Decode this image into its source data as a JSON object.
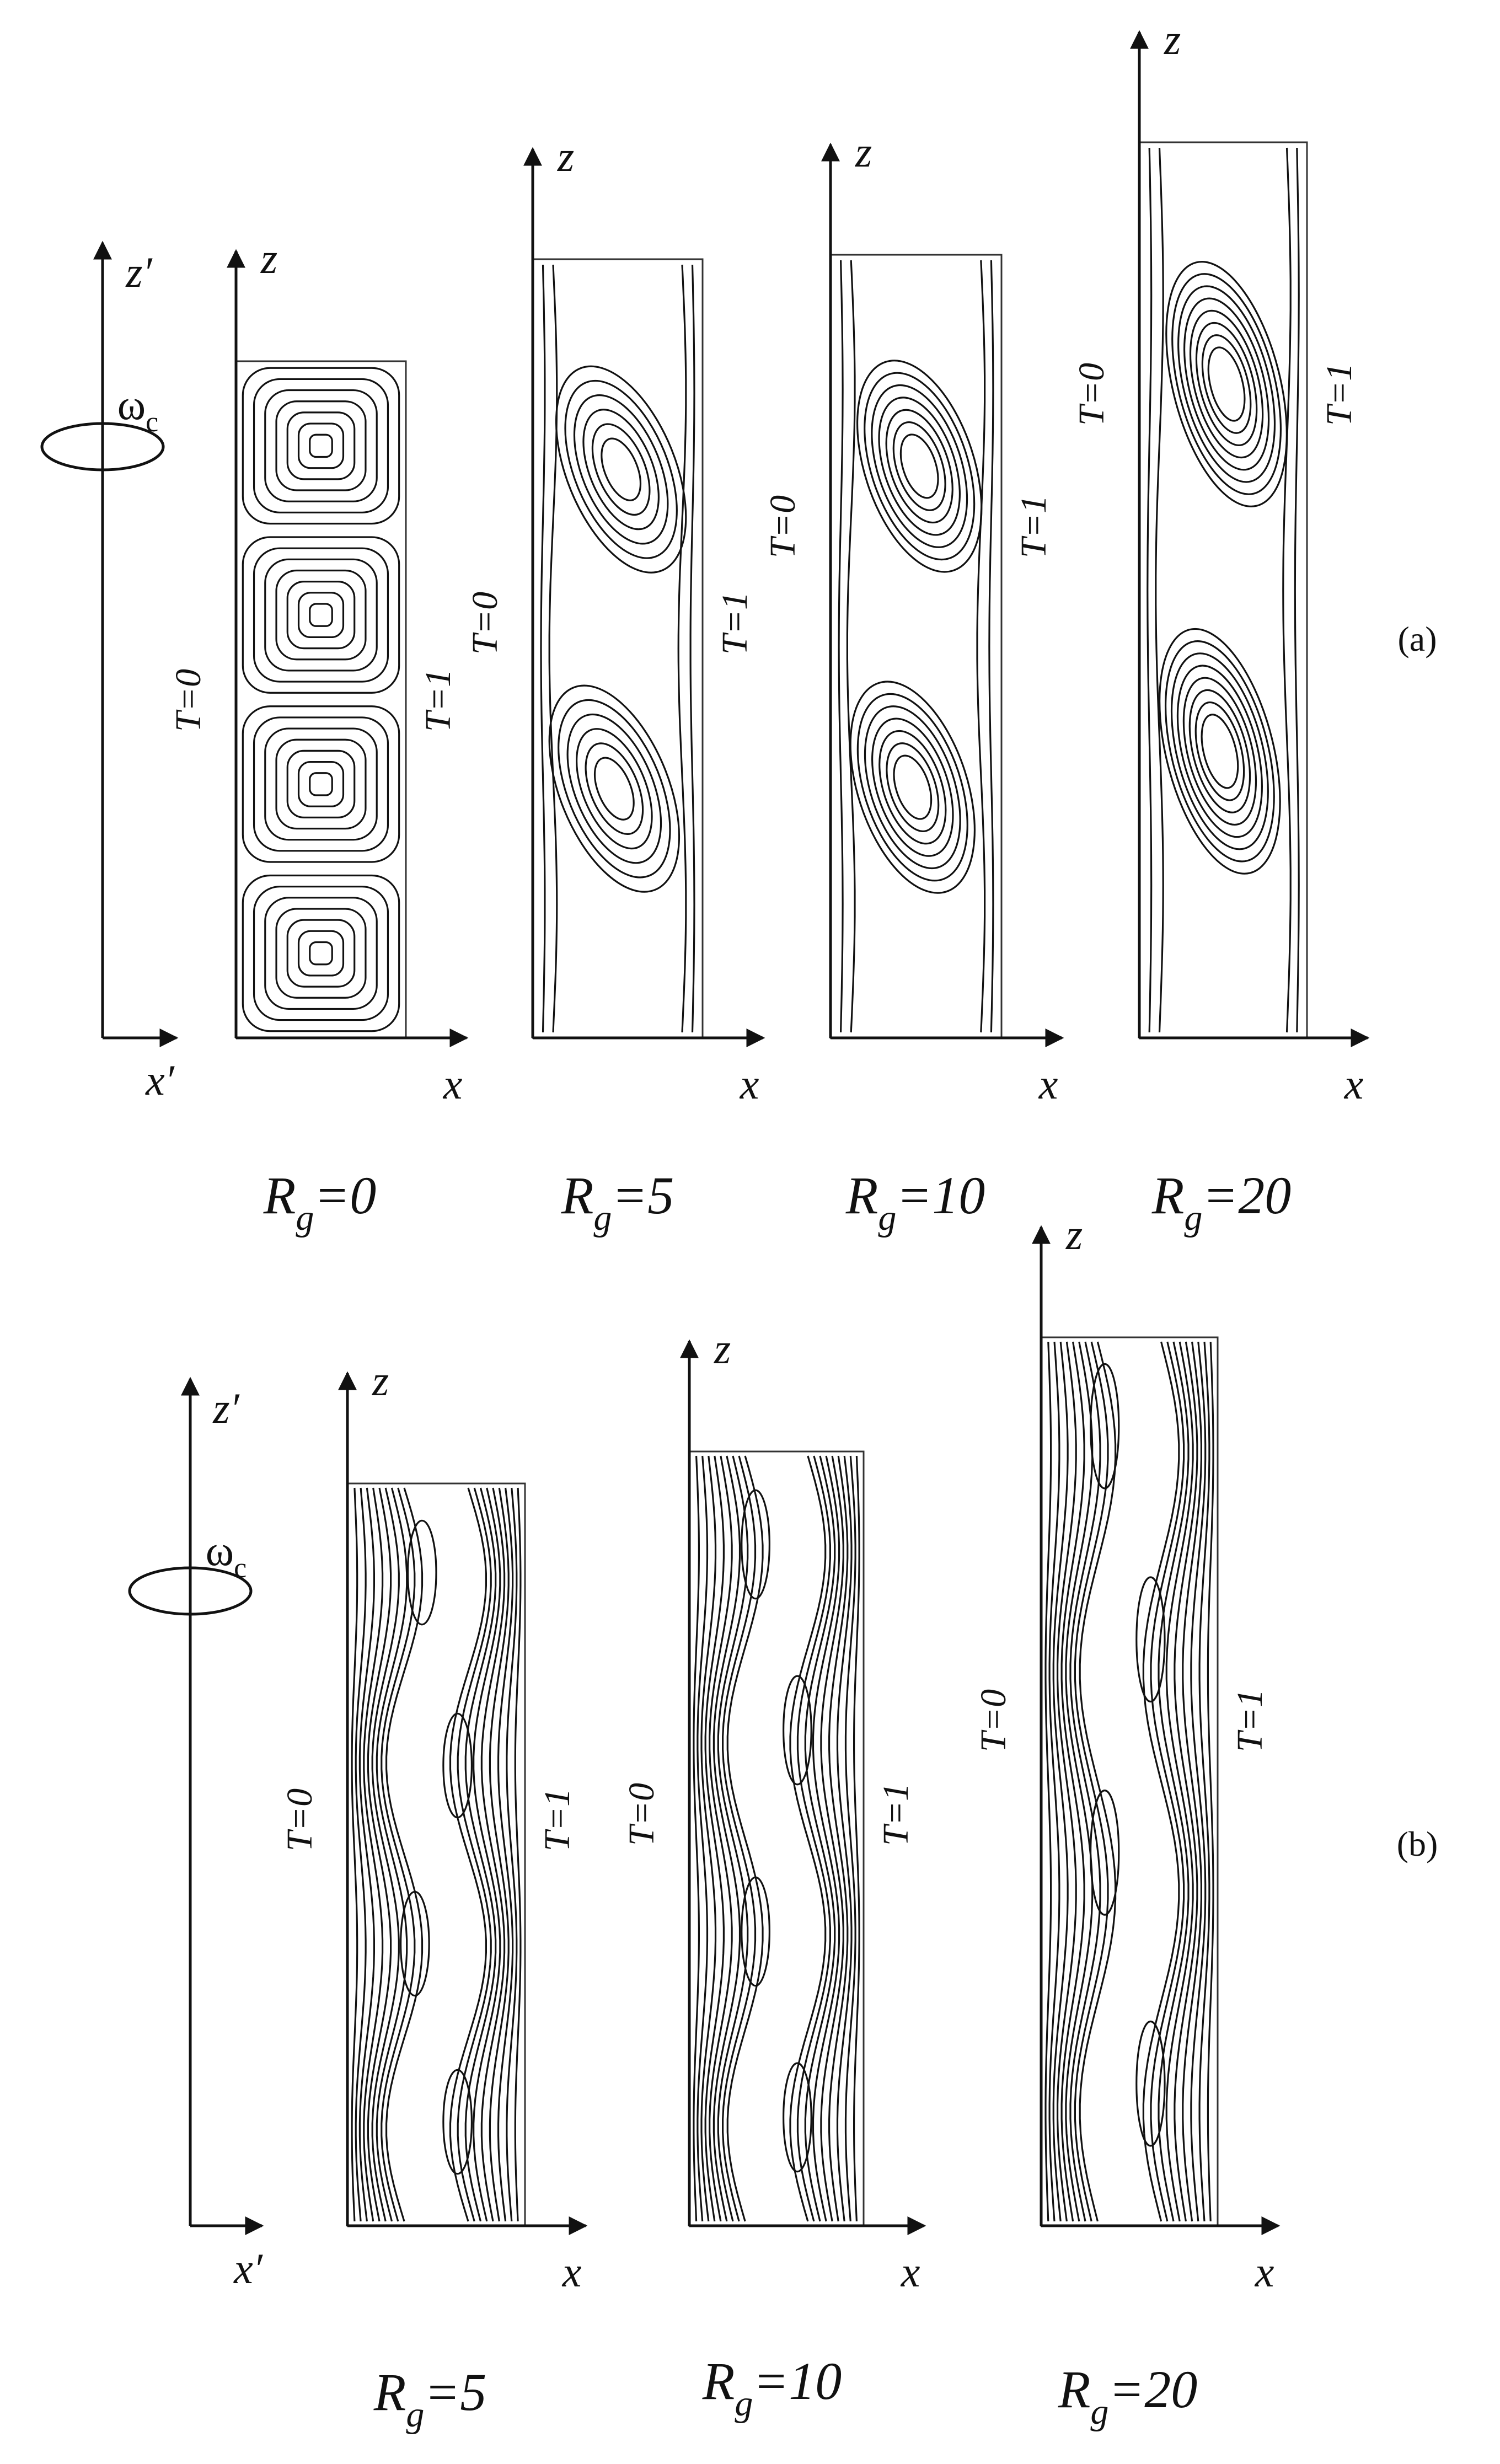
{
  "panel_a": {
    "caption": "(a)",
    "rot_axis": {
      "x_label": "x′",
      "z_label": "z′",
      "omega": "ω",
      "omega_sub": "c"
    },
    "cases": [
      {
        "rg": "R",
        "rg_sub": "g",
        "rg_value": "=0",
        "left": "T=0",
        "right": "T=1",
        "x": "x",
        "z": "z"
      },
      {
        "rg": "R",
        "rg_sub": "g",
        "rg_value": "=5",
        "left": "T=0",
        "right": "T=1",
        "x": "x",
        "z": "z"
      },
      {
        "rg": "R",
        "rg_sub": "g",
        "rg_value": "=10",
        "left": "T=0",
        "right": "T=1",
        "x": "x",
        "z": "z"
      },
      {
        "rg": "R",
        "rg_sub": "g",
        "rg_value": "=20",
        "left": "T=0",
        "right": "T=1",
        "x": "x",
        "z": "z"
      }
    ]
  },
  "panel_b": {
    "caption": "(b)",
    "rot_axis": {
      "x_label": "x′",
      "z_label": "z′",
      "omega": "ω",
      "omega_sub": "c"
    },
    "cases": [
      {
        "rg": "R",
        "rg_sub": "g",
        "rg_value": "=5",
        "left": "T=0",
        "right": "T=1",
        "x": "x",
        "z": "z"
      },
      {
        "rg": "R",
        "rg_sub": "g",
        "rg_value": "=10",
        "left": "T=0",
        "right": "T=1",
        "x": "x",
        "z": "z"
      },
      {
        "rg": "R",
        "rg_sub": "g",
        "rg_value": "=20",
        "left": "T=0",
        "right": "T=1",
        "x": "x",
        "z": "z"
      }
    ]
  }
}
